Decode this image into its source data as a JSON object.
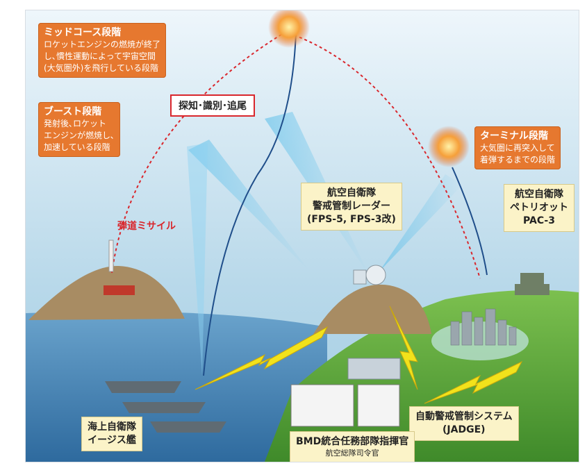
{
  "phases": {
    "midcourse": {
      "title": "ミッドコース段階",
      "lines": [
        "ロケットエンジンの燃焼が終了",
        "し､慣性運動によって宇宙空間",
        "(大気圏外)を飛行している段階"
      ]
    },
    "boost": {
      "title": "ブースト段階",
      "lines": [
        "発射後､ロケット",
        "エンジンが燃焼し､",
        "加速している段階"
      ]
    },
    "terminal": {
      "title": "ターミナル段階",
      "lines": [
        "大気圏に再突入して",
        "着弾するまでの段階"
      ]
    }
  },
  "detect_label": "探知･識別･追尾",
  "missile_label": "弾道ミサイル",
  "radar": {
    "lines": [
      "航空自衛隊",
      "警戒管制レーダー",
      "(FPS-5, FPS-3改)"
    ]
  },
  "patriot": {
    "lines": [
      "航空自衛隊",
      "ペトリオット",
      "PAC-3"
    ]
  },
  "aegis": {
    "lines": [
      "海上自衛隊",
      "イージス艦"
    ]
  },
  "jadge": {
    "lines": [
      "自動警戒管制システム",
      "(JADGE)"
    ]
  },
  "bmd": {
    "title": "BMD統合任務部隊指揮官",
    "sub": "航空総隊司令官"
  },
  "colors": {
    "orange": "#e6782f",
    "trajectory": "#d9262c",
    "sky": "#a9cfe3",
    "sea": "#3f7fb2",
    "land": "#5fa83a",
    "hill": "#a88c63"
  }
}
